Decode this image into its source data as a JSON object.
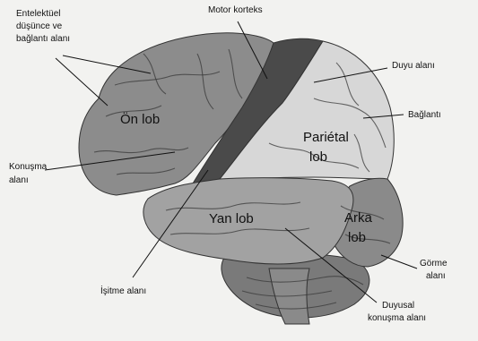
{
  "labels": {
    "entelektuel_1": "Entelektüel",
    "entelektuel_2": "düşünce ve",
    "entelektuel_3": "bağlantı alanı",
    "motor": "Motor korteks",
    "duyu": "Duyu alanı",
    "baglanti": "Bağlantı",
    "konusma_1": "Konuşma",
    "konusma_2": "alanı",
    "isitme": "İşitme alanı",
    "gorme_1": "Görme",
    "gorme_2": "alanı",
    "duyusal_1": "Duyusal",
    "duyusal_2": "konuşma alanı"
  },
  "lobes": {
    "on_lob": "Ön lob",
    "parietal_1": "Pariétal",
    "parietal_2": "lob",
    "yan_lob": "Yan lob",
    "arka_1": "Arka",
    "arka_2": "lob"
  },
  "colors": {
    "frontal": "#8c8c8c",
    "motor": "#4a4a4a",
    "parietal": "#d7d7d7",
    "temporal": "#a2a2a2",
    "occipital": "#8a8a8a",
    "cerebellum": "#7a7a7a",
    "background": "#f2f2f0"
  }
}
